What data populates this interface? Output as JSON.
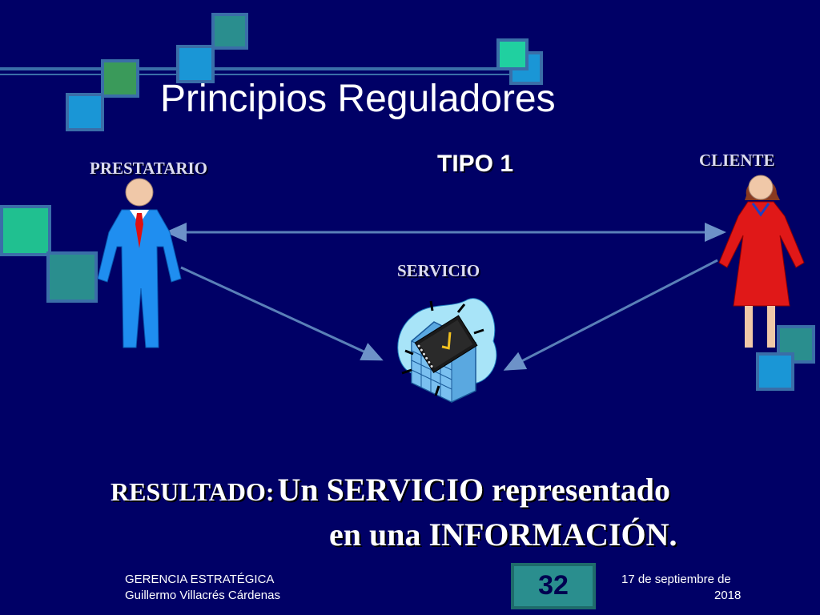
{
  "title": "Principios Reguladores",
  "labels": {
    "provider": "PRESTATARIO",
    "type": "TIPO 1",
    "client": "CLIENTE",
    "service": "SERVICIO"
  },
  "result": {
    "label": "RESULTADO:",
    "line1": "Un SERVICIO representado",
    "line2": "en una INFORMACIÓN."
  },
  "footer": {
    "course": "GERENCIA ESTRATÉGICA",
    "author": "Guillermo Villacrés Cárdenas",
    "date_line1": "17 de septiembre de",
    "date_line2": "2018",
    "page": "32"
  },
  "colors": {
    "background": "#000066",
    "square_blue": "#1a96d6",
    "square_green": "#3a9a5a",
    "square_teal": "#2a8e8e",
    "square_mint": "#20d0a0",
    "arrow": "#4a7ab0"
  }
}
